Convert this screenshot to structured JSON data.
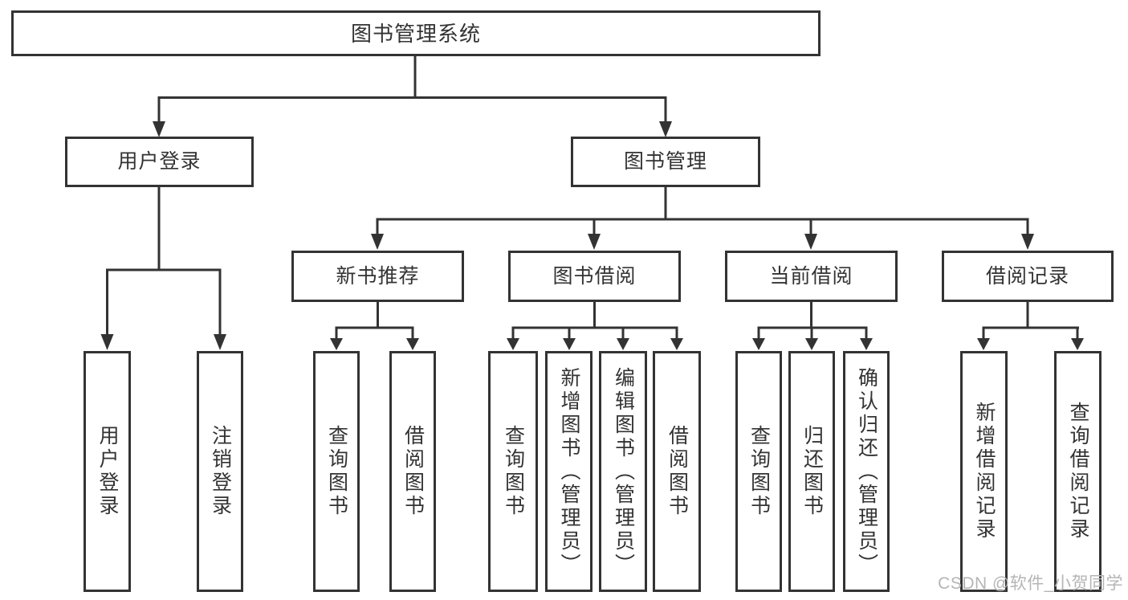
{
  "diagram": {
    "title_node": {
      "label": "图书管理系统"
    },
    "level2": [
      {
        "id": "user-login",
        "label": "用户登录"
      },
      {
        "id": "book-management",
        "label": "图书管理"
      }
    ],
    "level3": [
      {
        "id": "new-book-recommend",
        "label": "新书推荐",
        "parent": "图书管理"
      },
      {
        "id": "book-borrowing",
        "label": "图书借阅",
        "parent": "图书管理"
      },
      {
        "id": "current-borrowing",
        "label": "当前借阅",
        "parent": "图书管理"
      },
      {
        "id": "borrow-records",
        "label": "借阅记录",
        "parent": "图书管理"
      }
    ],
    "leaves": [
      {
        "id": "user-login-leaf",
        "label": "用户登录",
        "parent": "用户登录"
      },
      {
        "id": "logout",
        "label": "注销登录",
        "parent": "用户登录"
      },
      {
        "id": "query-books-recommend",
        "label": "查询图书",
        "parent": "新书推荐"
      },
      {
        "id": "borrow-books-recommend",
        "label": "借阅图书",
        "parent": "新书推荐"
      },
      {
        "id": "query-books-borrowing",
        "label": "查询图书",
        "parent": "图书借阅"
      },
      {
        "id": "add-books-admin",
        "label": "新增图书（管理员）",
        "parent": "图书借阅"
      },
      {
        "id": "edit-books-admin",
        "label": "编辑图书（管理员）",
        "parent": "图书借阅"
      },
      {
        "id": "borrow-books-borrowing",
        "label": "借阅图书",
        "parent": "图书借阅"
      },
      {
        "id": "query-books-current",
        "label": "查询图书",
        "parent": "当前借阅"
      },
      {
        "id": "return-books",
        "label": "归还图书",
        "parent": "当前借阅"
      },
      {
        "id": "confirm-return-admin",
        "label": "确认归还（管理员）",
        "parent": "当前借阅"
      },
      {
        "id": "add-borrow-record",
        "label": "新增借阅记录",
        "parent": "借阅记录"
      },
      {
        "id": "query-borrow-record",
        "label": "查询借阅记录",
        "parent": "借阅记录"
      }
    ],
    "colors": {
      "line": "#333333",
      "text": "#333333",
      "background": "#ffffff"
    }
  },
  "watermark": {
    "text": "CSDN @软件_小贺同学"
  }
}
